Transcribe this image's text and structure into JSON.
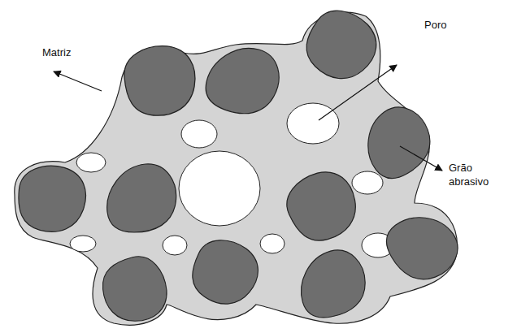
{
  "diagram": {
    "labels": [
      "Matriz",
      "Poro",
      "Grão abrasivo"
    ]
  }
}
